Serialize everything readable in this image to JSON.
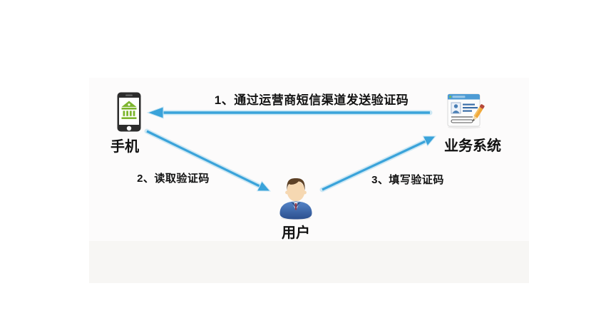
{
  "diagram": {
    "nodes": {
      "phone": {
        "label": "手机"
      },
      "system": {
        "label": "业务系统"
      },
      "user": {
        "label": "用户"
      }
    },
    "edges": {
      "step1": {
        "label": "1、通过运营商短信渠道发送验证码",
        "from": "system",
        "to": "phone"
      },
      "step2": {
        "label": "2、读取验证码",
        "from": "phone",
        "to": "user"
      },
      "step3": {
        "label": "3、填写验证码",
        "from": "user",
        "to": "system"
      }
    },
    "colors": {
      "arrow_blue": "#3aa3da",
      "arrow_halo": "#c9e6f4",
      "phone_body": "#2d2d2d",
      "bank_green": "#7db52e",
      "titlebar_blue": "#4d9bd4",
      "content_blue": "#3a6ea8",
      "pencil_orange": "#f0a93a",
      "eraser_red": "#b5483a",
      "jacket_blue": "#3c6cb4",
      "tie_maroon": "#8e3a4e",
      "skin": "#f6d8b2",
      "hair_brown": "#5d4126",
      "label_text": "#111111"
    }
  }
}
